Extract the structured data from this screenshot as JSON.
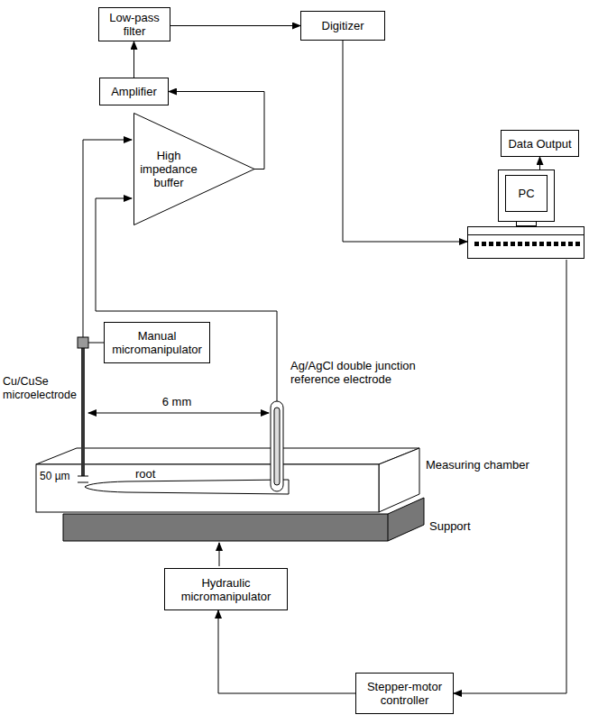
{
  "diagram": {
    "nodes": [
      {
        "text": [
          "Low-pass filter"
        ]
      },
      {
        "text": [
          "Digitizer"
        ]
      },
      {
        "text": [
          "Amplifier"
        ]
      },
      {
        "text": [
          "High impedance buffer"
        ]
      },
      {
        "text": [
          "Data Output"
        ]
      },
      {
        "text": [
          "PC"
        ]
      },
      {
        "text": [
          "Manual micromanipulator"
        ]
      },
      {
        "text": [
          "Hydraulic micromanipulator"
        ]
      },
      {
        "text": [
          "Stepper-motor controller"
        ]
      }
    ],
    "edges": [
      {
        "from": 0,
        "to": 1,
        "arrow": "to"
      },
      {
        "from": 2,
        "to": 0,
        "arrow": "to"
      },
      {
        "from": 3,
        "to": 2,
        "arrow": "to"
      },
      {
        "from": 1,
        "to": 5,
        "arrow": "to"
      },
      {
        "from": 5,
        "to": 4,
        "arrow": "to"
      },
      {
        "from": 5,
        "to": 8,
        "arrow": "to"
      },
      {
        "from": 8,
        "to": 7,
        "arrow": "to"
      }
    ],
    "labels": [
      "Cu/CuSe microelectrode",
      "6 mm",
      "Ag/AgCl double junction reference electrode",
      "50 µm",
      "root",
      "Measuring chamber",
      "Support"
    ]
  }
}
